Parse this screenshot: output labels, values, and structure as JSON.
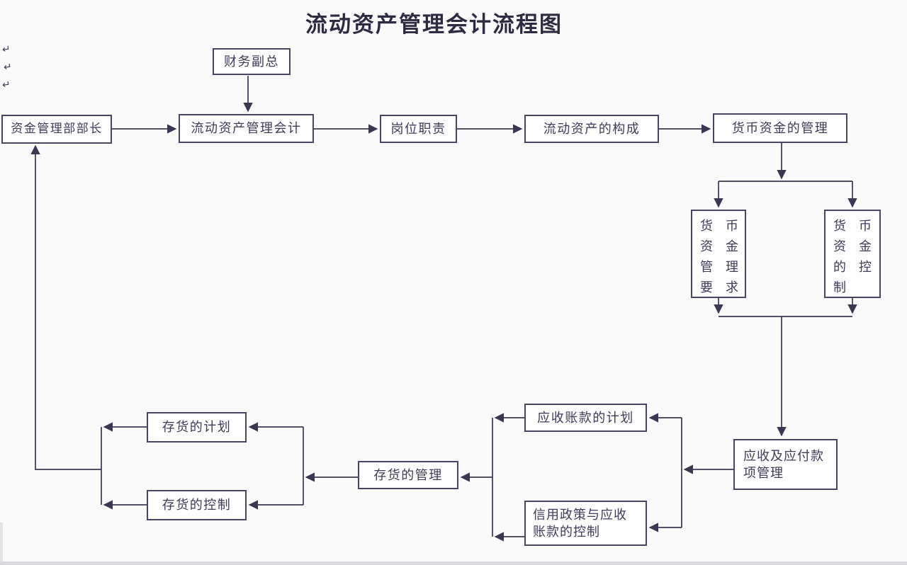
{
  "page": {
    "title": "流动资产管理会计流程图",
    "background_color": "#fafafb",
    "line_color": "#3b3752",
    "box_border_color": "#4a4462",
    "text_color": "#413a58"
  },
  "paragraph_marks": [
    "↵",
    "↵",
    "↵"
  ],
  "nodes": {
    "finance_vp": {
      "label": "财务副总"
    },
    "fund_dept_director": {
      "label": "资金管理部部长"
    },
    "current_asset_accountant": {
      "label": "流动资产管理会计"
    },
    "job_duties": {
      "label": "岗位职责"
    },
    "asset_composition": {
      "label": "流动资产的构成"
    },
    "money_fund_management": {
      "label": "货币资金的管理"
    },
    "money_fund_requirements": {
      "lines": [
        "货　币",
        "资　金",
        "管　理",
        "要　求"
      ]
    },
    "money_fund_control": {
      "lines": [
        "货　币",
        "资　金",
        "的　控",
        "制"
      ]
    },
    "ar_ap_management": {
      "lines": [
        "应收及应付款",
        "项管理"
      ]
    },
    "ar_plan": {
      "label": "应收账款的计划"
    },
    "credit_policy_control": {
      "lines": [
        "信用政策与应收",
        "账款的控制"
      ]
    },
    "inventory_management": {
      "label": "存货的管理"
    },
    "inventory_plan": {
      "label": "存货的计划"
    },
    "inventory_control": {
      "label": "存货的控制"
    }
  },
  "edges": [
    {
      "from": "finance_vp",
      "to": "current_asset_accountant"
    },
    {
      "from": "fund_dept_director",
      "to": "current_asset_accountant"
    },
    {
      "from": "current_asset_accountant",
      "to": "job_duties"
    },
    {
      "from": "job_duties",
      "to": "asset_composition"
    },
    {
      "from": "asset_composition",
      "to": "money_fund_management"
    },
    {
      "from": "money_fund_management",
      "to": "money_fund_requirements"
    },
    {
      "from": "money_fund_management",
      "to": "money_fund_control"
    },
    {
      "from": "money_fund_requirements",
      "to": "ar_ap_management"
    },
    {
      "from": "money_fund_control",
      "to": "ar_ap_management"
    },
    {
      "from": "ar_ap_management",
      "to": "ar_plan"
    },
    {
      "from": "ar_ap_management",
      "to": "credit_policy_control"
    },
    {
      "from": "ar_plan",
      "to": "inventory_management"
    },
    {
      "from": "credit_policy_control",
      "to": "inventory_management"
    },
    {
      "from": "inventory_management",
      "to": "inventory_plan"
    },
    {
      "from": "inventory_management",
      "to": "inventory_control"
    },
    {
      "from": "inventory_plan",
      "to": "fund_dept_director"
    },
    {
      "from": "inventory_control",
      "to": "fund_dept_director"
    }
  ]
}
